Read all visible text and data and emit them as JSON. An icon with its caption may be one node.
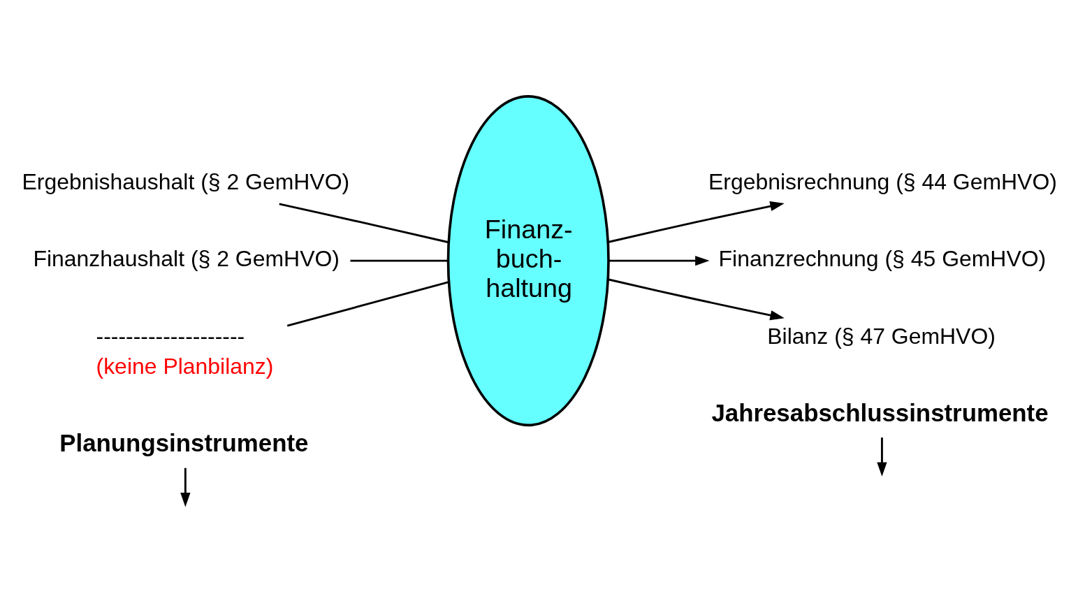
{
  "diagram": {
    "nodes": [
      {
        "text": [
          "Planungsinstrumente"
        ]
      },
      {
        "text": [
          "Jahresabschlussinstrumente"
        ]
      },
      {
        "text": [
          "Ergebnishaushalt (§ 2 GemHVO)"
        ]
      },
      {
        "text": [
          "Finanzhaushalt (§ 2 GemHVO)"
        ]
      },
      {
        "text": [
          "--------------------",
          "(keine Planbilanz)"
        ]
      },
      {
        "text": [
          "Finanz- buch- haltung"
        ]
      },
      {
        "text": [
          "Ergebnisrechnung (§ 44 GemHVO)"
        ]
      },
      {
        "text": [
          "Finanzrechnung (§ 45 GemHVO)"
        ]
      },
      {
        "text": [
          "Bilanz (§ 47 GemHVO)"
        ]
      }
    ],
    "edges": [
      {
        "from": 0,
        "to": null,
        "arrow": "to"
      },
      {
        "from": 1,
        "to": null,
        "arrow": "to"
      },
      {
        "from": 2,
        "to": 5,
        "arrow": "none"
      },
      {
        "from": 3,
        "to": 5,
        "arrow": "none"
      },
      {
        "from": 4,
        "to": 5,
        "arrow": "none"
      },
      {
        "from": 5,
        "to": 6,
        "arrow": "to"
      },
      {
        "from": 5,
        "to": 7,
        "arrow": "to"
      },
      {
        "from": 5,
        "to": 8,
        "arrow": "to"
      }
    ]
  }
}
